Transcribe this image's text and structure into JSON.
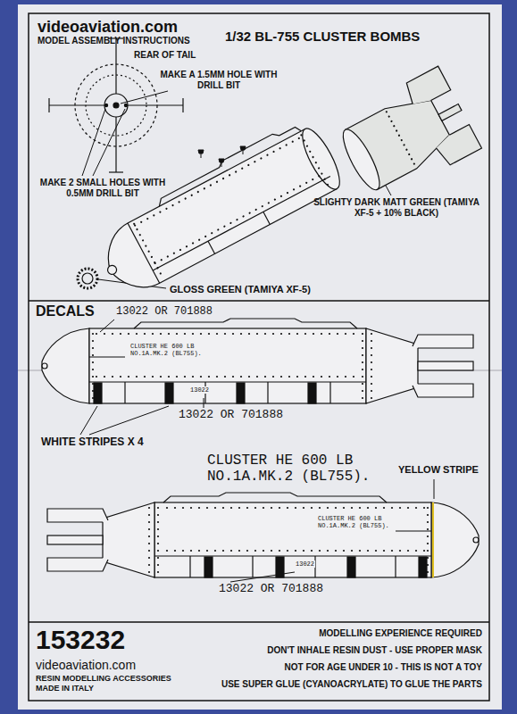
{
  "diagram": {
    "title": "1/32 BL-755 CLUSTER BOMBS",
    "labels": [
      "videoaviation.com",
      "MODEL ASSEMBLY INSTRUCTIONS",
      "REAR OF TAIL",
      "MAKE A 1.5MM HOLE WITH DRILL BIT",
      "MAKE 2 SMALL HOLES WITH 0.5MM DRILL BIT",
      "SLIGHTY DARK MATT GREEN (TAMIYA XF-5 + 10% BLACK)",
      "GLOSS GREEN (TAMIYA XF-5)",
      "DECALS",
      "13022 OR 701888",
      "CLUSTER HE 600 LB NO.1A.MK.2 (BL755).",
      "13022",
      "WHITE STRIPES X 4",
      "13022 OR 701888",
      "CLUSTER HE 600 LB NO.1A.MK.2 (BL755).",
      "YELLOW STRIPE",
      "CLUSTER HE 600 LB NO.1A.MK.2 (BL755).",
      "13022",
      "13022 OR 701888",
      "153232",
      "videoaviation.com",
      "RESIN MODELLING ACCESSORIES",
      "MADE IN ITALY",
      "MODELLING EXPERIENCE REQUIRED",
      "DON'T INHALE RESIN DUST - USE PROPER MASK",
      "NOT FOR AGE UNDER 10 - THIS IS NOT A TOY",
      "USE SUPER GLUE (CYANOACRYLATE) TO GLUE THE PARTS"
    ]
  }
}
